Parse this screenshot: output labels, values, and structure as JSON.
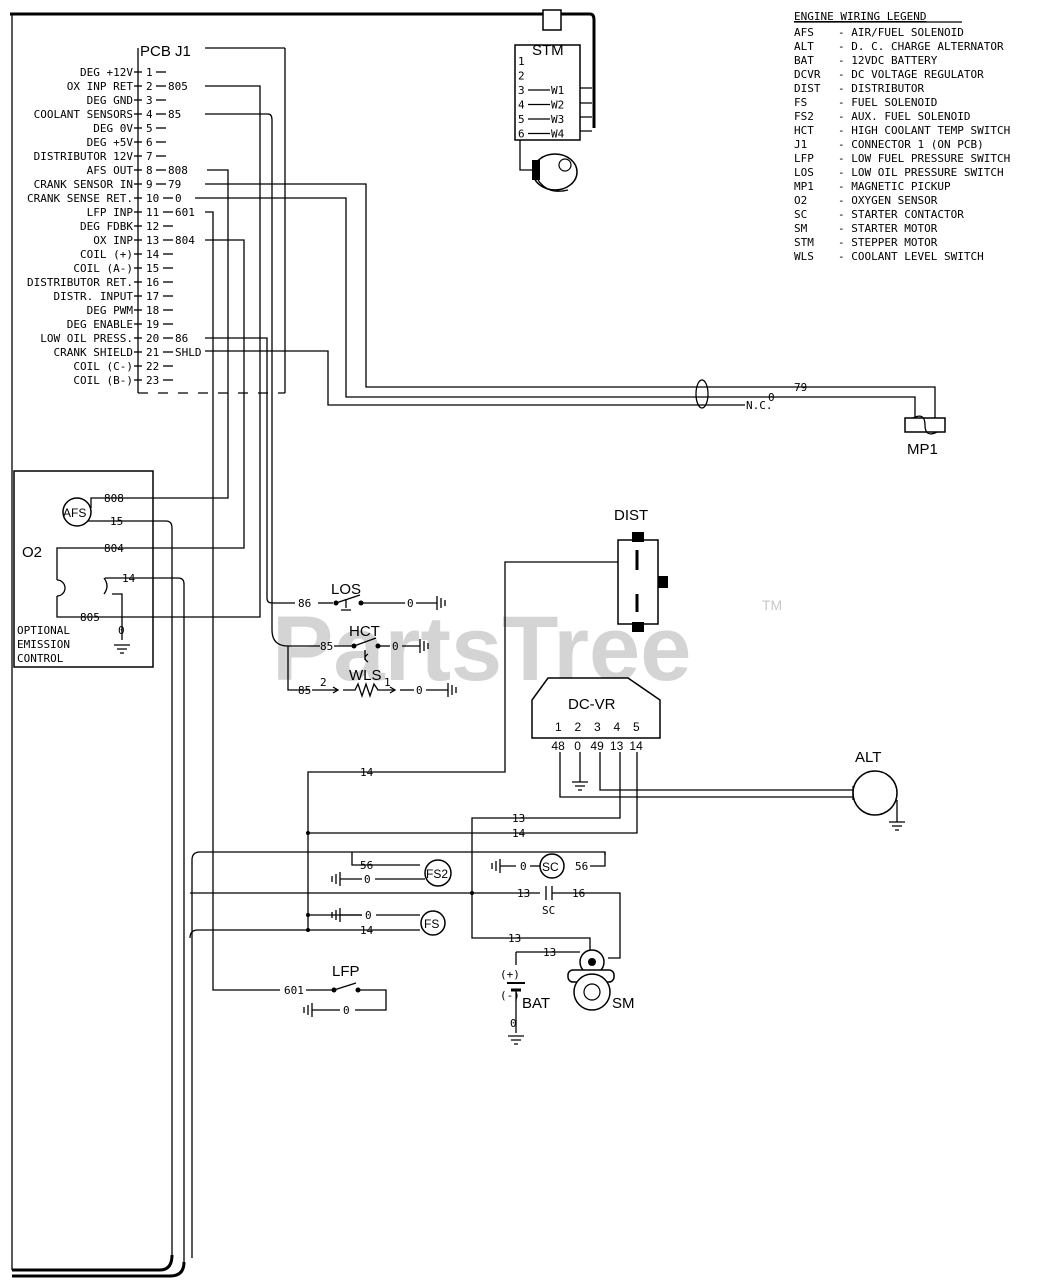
{
  "pcb": {
    "title": "PCB J1",
    "pins": [
      {
        "name": "DEG +12V",
        "num": "1",
        "wire": ""
      },
      {
        "name": "OX INP RET",
        "num": "2",
        "wire": "805"
      },
      {
        "name": "DEG GND",
        "num": "3",
        "wire": ""
      },
      {
        "name": "COOLANT SENSORS",
        "num": "4",
        "wire": "85"
      },
      {
        "name": "DEG 0V",
        "num": "5",
        "wire": ""
      },
      {
        "name": "DEG +5V",
        "num": "6",
        "wire": ""
      },
      {
        "name": "DISTRIBUTOR 12V",
        "num": "7",
        "wire": ""
      },
      {
        "name": "AFS OUT",
        "num": "8",
        "wire": "808"
      },
      {
        "name": "CRANK SENSOR IN",
        "num": "9",
        "wire": "79"
      },
      {
        "name": "CRANK SENSE RET.",
        "num": "10",
        "wire": "0"
      },
      {
        "name": "LFP INP",
        "num": "11",
        "wire": "601"
      },
      {
        "name": "DEG FDBK",
        "num": "12",
        "wire": ""
      },
      {
        "name": "OX INP",
        "num": "13",
        "wire": "804"
      },
      {
        "name": "COIL (+)",
        "num": "14",
        "wire": ""
      },
      {
        "name": "COIL (A-)",
        "num": "15",
        "wire": ""
      },
      {
        "name": "DISTRIBUTOR RET.",
        "num": "16",
        "wire": ""
      },
      {
        "name": "DISTR. INPUT",
        "num": "17",
        "wire": ""
      },
      {
        "name": "DEG PWM",
        "num": "18",
        "wire": ""
      },
      {
        "name": "DEG ENABLE",
        "num": "19",
        "wire": ""
      },
      {
        "name": "LOW OIL PRESS.",
        "num": "20",
        "wire": "86"
      },
      {
        "name": "CRANK SHIELD",
        "num": "21",
        "wire": "SHLD"
      },
      {
        "name": "COIL (C-)",
        "num": "22",
        "wire": ""
      },
      {
        "name": "COIL (B-)",
        "num": "23",
        "wire": ""
      }
    ]
  },
  "stm": {
    "title": "STM",
    "pins": [
      "1",
      "2",
      "3",
      "4",
      "5",
      "6"
    ],
    "wires": [
      "W1",
      "W2",
      "W3",
      "W4"
    ]
  },
  "legend": {
    "title": "ENGINE WIRING LEGEND",
    "items": [
      {
        "code": "AFS",
        "desc": "- AIR/FUEL SOLENOID"
      },
      {
        "code": "ALT",
        "desc": "- D. C. CHARGE ALTERNATOR"
      },
      {
        "code": "BAT",
        "desc": "- 12VDC BATTERY"
      },
      {
        "code": "DCVR",
        "desc": "- DC VOLTAGE REGULATOR"
      },
      {
        "code": "DIST",
        "desc": "- DISTRIBUTOR"
      },
      {
        "code": "FS",
        "desc": "- FUEL SOLENOID"
      },
      {
        "code": "FS2",
        "desc": "- AUX. FUEL SOLENOID"
      },
      {
        "code": "HCT",
        "desc": "- HIGH COOLANT TEMP SWITCH"
      },
      {
        "code": "J1",
        "desc": "- CONNECTOR 1 (ON PCB)"
      },
      {
        "code": "LFP",
        "desc": "- LOW FUEL PRESSURE SWITCH"
      },
      {
        "code": "LOS",
        "desc": "- LOW OIL PRESSURE SWITCH"
      },
      {
        "code": "MP1",
        "desc": "- MAGNETIC PICKUP"
      },
      {
        "code": "O2",
        "desc": "- OXYGEN SENSOR"
      },
      {
        "code": "SC",
        "desc": "- STARTER CONTACTOR"
      },
      {
        "code": "SM",
        "desc": "- STARTER MOTOR"
      },
      {
        "code": "STM",
        "desc": "- STEPPER MOTOR"
      },
      {
        "code": "WLS",
        "desc": "- COOLANT LEVEL SWITCH"
      }
    ]
  },
  "mp1": {
    "label": "MP1",
    "wire79": "79",
    "wire0": "0",
    "nc": "N.C."
  },
  "emission": {
    "o2": "O2",
    "afs": "AFS",
    "w808": "808",
    "w15": "15",
    "w804": "804",
    "w14": "14",
    "w805": "805",
    "w0": "0",
    "caption1": "OPTIONAL",
    "caption2": "EMISSION",
    "caption3": "CONTROL"
  },
  "dist": {
    "label": "DIST"
  },
  "switches": {
    "los": "LOS",
    "hct": "HCT",
    "wls": "WLS",
    "w86": "86",
    "w85a": "85",
    "w85b": "85",
    "w0a": "0",
    "w0b": "0",
    "w0c": "0",
    "w2": "2",
    "w1": "1"
  },
  "dcvr": {
    "label": "DC-VR",
    "pins": [
      "1",
      "2",
      "3",
      "4",
      "5"
    ],
    "wires": [
      "48",
      "0",
      "49",
      "13",
      "14"
    ]
  },
  "alt": {
    "label": "ALT"
  },
  "lower": {
    "w14a": "14",
    "w13a": "13",
    "w14b": "14",
    "w56a": "56",
    "fs2": "FS2",
    "w0a": "0",
    "w0b": "0",
    "sc_icon": "SC",
    "w56b": "56",
    "w13b": "13",
    "w16": "16",
    "sc": "SC",
    "w0c": "0",
    "fs": "FS",
    "w14c": "14",
    "w13c": "13",
    "w13d": "13",
    "bat": "BAT",
    "plus": "(+)",
    "minus": "(-)",
    "w0d": "0",
    "sm": "SM",
    "lfp": "LFP",
    "w601": "601",
    "w0e": "0"
  },
  "watermark": {
    "text": "PartsTree",
    "tm": "TM"
  }
}
